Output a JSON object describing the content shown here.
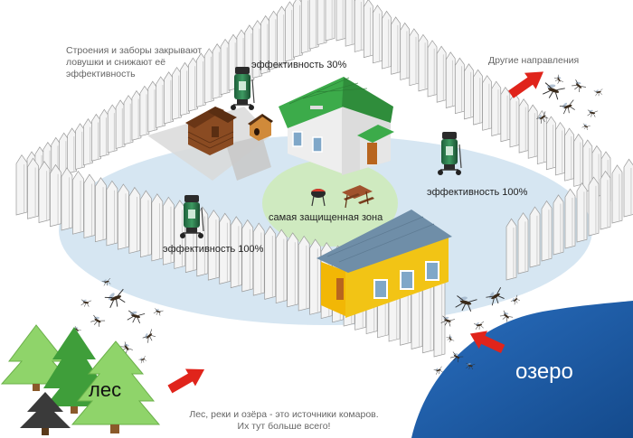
{
  "notes": {
    "top_left": [
      "Строения и заборы закрывают",
      "ловушки и снижают её",
      "эффективность"
    ],
    "top_right": "Другие направления",
    "bottom": [
      "Лес, реки и озёра - это источники комаров.",
      "Их тут больше всего!"
    ]
  },
  "labels": {
    "eff_30": "эффективность 30%",
    "eff_100_right": "эффективность 100%",
    "eff_100_left": "эффективность 100%",
    "safe_zone": "самая защищенная зона",
    "forest": "лес",
    "lake": "озеро"
  },
  "colors": {
    "zone": "#d6e6f2",
    "safe_zone": "#cfeac0",
    "lake": "#1f5faa",
    "roof_green": "#3cab4a",
    "roof_grey": "#6f8ea8",
    "wall_yellow": "#f2b705",
    "arrow_red": "#e0241b",
    "tree_light": "#8fd46a",
    "tree_mid": "#3f9e3a",
    "tree_dark": "#3a3a3a"
  }
}
